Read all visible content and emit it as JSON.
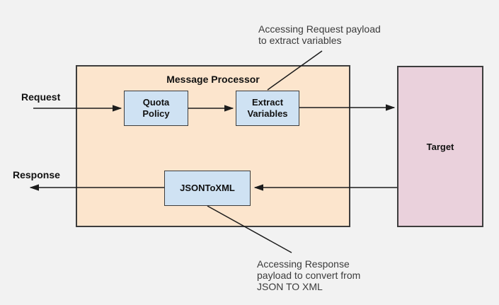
{
  "colors": {
    "background": "#f2f2f2",
    "container_fill": "#fce5cd",
    "node_fill": "#cfe2f3",
    "target_fill": "#ead1dc",
    "border": "#3d3d3d",
    "line": "#1c1c1c",
    "label_text": "#111111",
    "annotation_text": "#3b3b3b"
  },
  "diagram": {
    "container_title": "Message Processor",
    "nodes": {
      "quota": "Quota\nPolicy",
      "extract": "Extract\nVariables",
      "json_to_xml": "JSONToXML",
      "target": "Target"
    },
    "flow_labels": {
      "request": "Request",
      "response": "Response"
    },
    "annotations": {
      "top": "Accessing Request payload\nto extract variables",
      "bottom": "Accessing Response\npayload to convert from\nJSON TO XML"
    }
  }
}
